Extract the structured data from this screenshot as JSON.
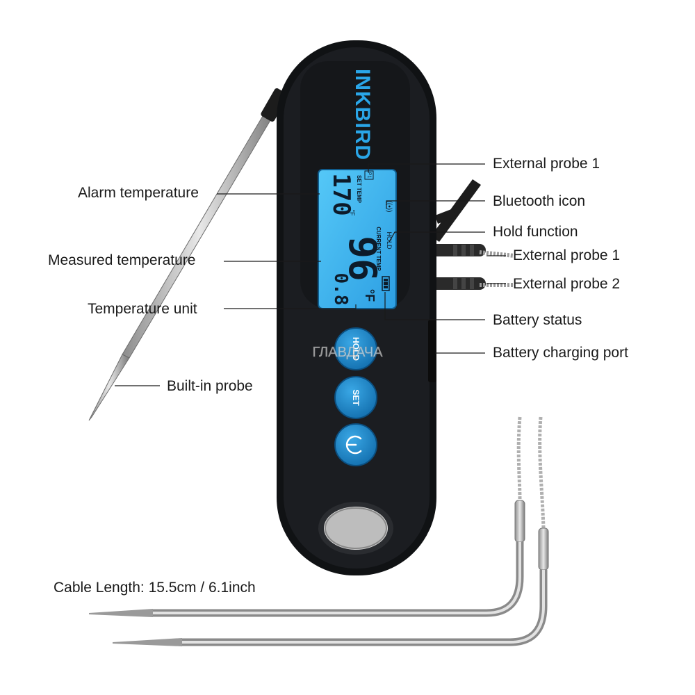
{
  "brand": "INKBIRD",
  "watermark": "ГЛАВДАЧА",
  "lcd": {
    "alarm_value": "170",
    "alarm_unit": "°F",
    "set_label": "SET TEMP",
    "probe_tag": "P1",
    "current_value": "96",
    "current_decimal": "0.8",
    "current_unit": "°F",
    "current_label": "CURRENT TEMP",
    "hold_label": "HOLD"
  },
  "buttons": {
    "hold": "HOLD",
    "set": "SET"
  },
  "callouts": {
    "alarm_temperature": "Alarm temperature",
    "measured_temperature": "Measured temperature",
    "temperature_unit": "Temperature unit",
    "built_in_probe": "Built-in probe",
    "external_probe_1_top": "External probe 1",
    "bluetooth_icon": "Bluetooth icon",
    "hold_function": "Hold function",
    "external_probe_1": "External probe 1",
    "external_probe_2": "External probe 2",
    "battery_status": "Battery status",
    "battery_charging_port": "Battery charging port",
    "cable_length": "Cable Length: 15.5cm / 6.1inch"
  },
  "colors": {
    "device_body": "#17191c",
    "lcd_blue": "#3db3f0",
    "button_blue": "#1f8fd0",
    "brand_blue": "#2aa6e8"
  },
  "icons": [
    "bluetooth-icon",
    "battery-icon",
    "power-icon"
  ]
}
